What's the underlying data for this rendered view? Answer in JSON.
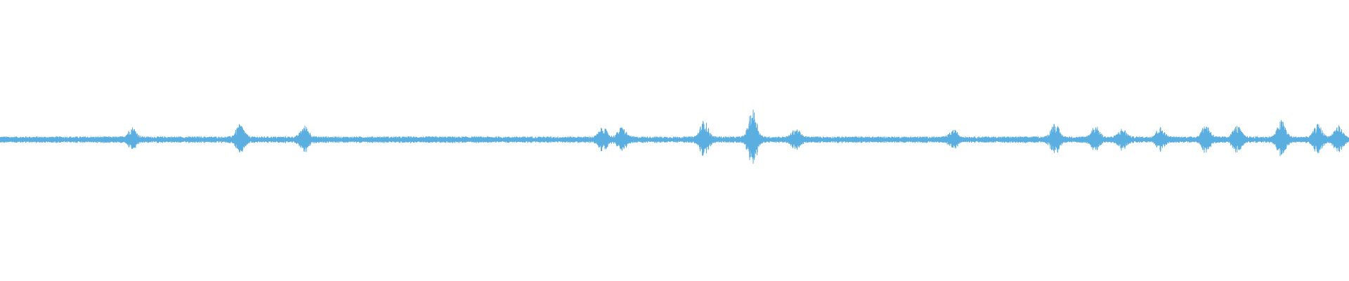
{
  "waveform": {
    "color": "#5aaee0",
    "background": "#ffffff",
    "baseline_amplitude": 0.012,
    "bursts": [
      {
        "position": 0.098,
        "amplitude": 0.035
      },
      {
        "position": 0.178,
        "amplitude": 0.045
      },
      {
        "position": 0.226,
        "amplitude": 0.04
      },
      {
        "position": 0.447,
        "amplitude": 0.035
      },
      {
        "position": 0.461,
        "amplitude": 0.035
      },
      {
        "position": 0.522,
        "amplitude": 0.06
      },
      {
        "position": 0.558,
        "amplitude": 0.1
      },
      {
        "position": 0.59,
        "amplitude": 0.03
      },
      {
        "position": 0.707,
        "amplitude": 0.025
      },
      {
        "position": 0.782,
        "amplitude": 0.05
      },
      {
        "position": 0.812,
        "amplitude": 0.04
      },
      {
        "position": 0.832,
        "amplitude": 0.03
      },
      {
        "position": 0.86,
        "amplitude": 0.035
      },
      {
        "position": 0.894,
        "amplitude": 0.045
      },
      {
        "position": 0.917,
        "amplitude": 0.04
      },
      {
        "position": 0.95,
        "amplitude": 0.06
      },
      {
        "position": 0.977,
        "amplitude": 0.045
      },
      {
        "position": 0.992,
        "amplitude": 0.04
      }
    ]
  }
}
